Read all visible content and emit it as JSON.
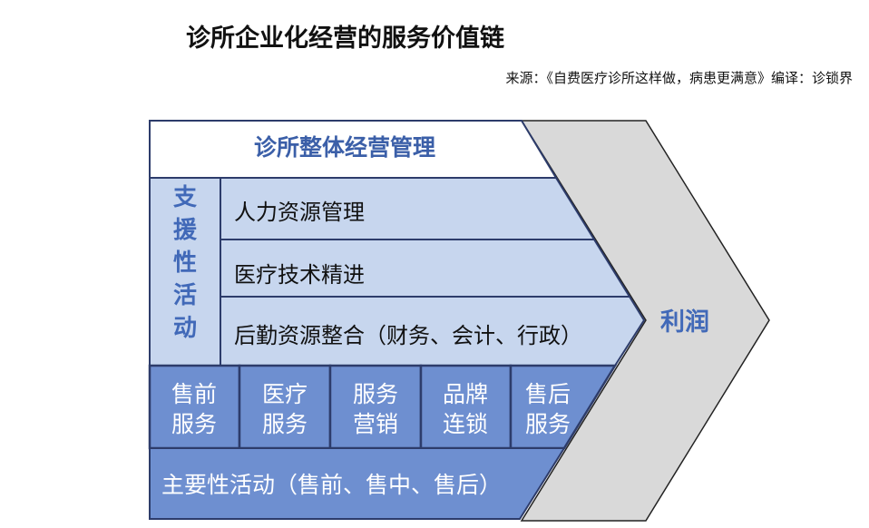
{
  "title": "诊所企业化经营的服务价值链",
  "source": "来源：《自费医疗诊所这样做，病患更满意》编译：诊锁界",
  "management_label": "诊所整体经营管理",
  "support_label": [
    "支",
    "援",
    "性",
    "活",
    "动"
  ],
  "support_rows": [
    "人力资源管理",
    "医疗技术精进",
    "后勤资源整合（财务、会计、行政）"
  ],
  "primary_boxes": [
    {
      "line1": "售前",
      "line2": "服务"
    },
    {
      "line1": "医疗",
      "line2": "服务"
    },
    {
      "line1": "服务",
      "line2": "营销"
    },
    {
      "line1": "品牌",
      "line2": "连锁"
    },
    {
      "line1": "售后",
      "line2": "服务"
    }
  ],
  "main_label": "主要性活动（售前、售中、售后）",
  "profit_label": "利润",
  "colors": {
    "light_blue": "#c7d6ee",
    "mid_blue": "#6e8fd0",
    "dark_border": "#2d3c6b",
    "grey_arrow": "#d9d9d9",
    "accent_text": "#4169b8"
  }
}
